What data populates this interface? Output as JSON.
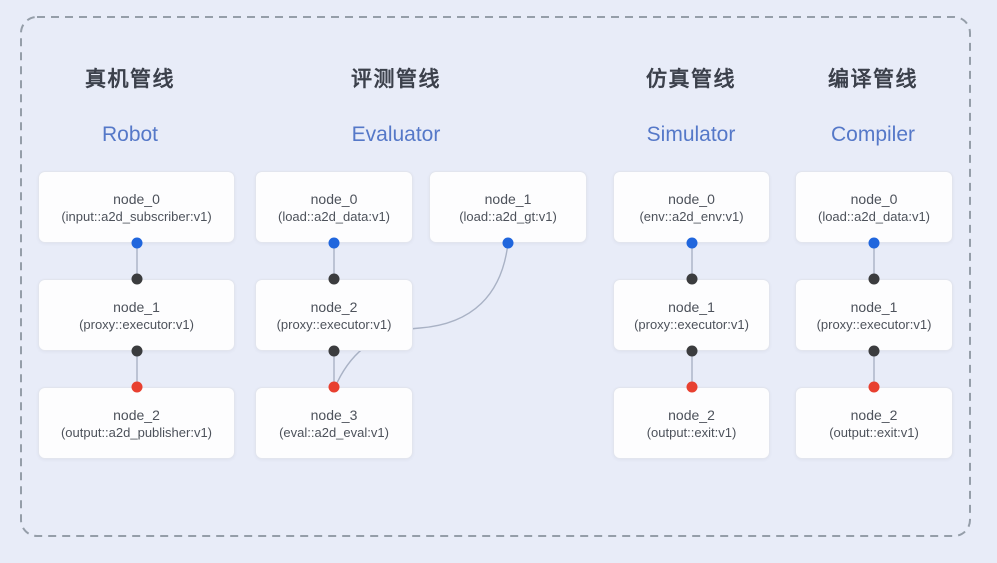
{
  "diagram": {
    "pipelines": [
      {
        "title_zh": "真机管线",
        "title_en": "Robot",
        "nodes": [
          {
            "name": "node_0",
            "type": "(input::a2d_subscriber:v1)"
          },
          {
            "name": "node_1",
            "type": "(proxy::executor:v1)"
          },
          {
            "name": "node_2",
            "type": "(output::a2d_publisher:v1)"
          }
        ],
        "edges": [
          "node_0 -> node_1",
          "node_1 -> node_2"
        ]
      },
      {
        "title_zh": "评测管线",
        "title_en": "Evaluator",
        "nodes": [
          {
            "name": "node_0",
            "type": "(load::a2d_data:v1)"
          },
          {
            "name": "node_1",
            "type": "(load::a2d_gt:v1)"
          },
          {
            "name": "node_2",
            "type": "(proxy::executor:v1)"
          },
          {
            "name": "node_3",
            "type": "(eval::a2d_eval:v1)"
          }
        ],
        "edges": [
          "node_0 -> node_2",
          "node_2 -> node_3",
          "node_1 -> node_3"
        ]
      },
      {
        "title_zh": "仿真管线",
        "title_en": "Simulator",
        "nodes": [
          {
            "name": "node_0",
            "type": "(env::a2d_env:v1)"
          },
          {
            "name": "node_1",
            "type": "(proxy::executor:v1)"
          },
          {
            "name": "node_2",
            "type": "(output::exit:v1)"
          }
        ],
        "edges": [
          "node_0 -> node_1",
          "node_1 -> node_2"
        ]
      },
      {
        "title_zh": "编译管线",
        "title_en": "Compiler",
        "nodes": [
          {
            "name": "node_0",
            "type": "(load::a2d_data:v1)"
          },
          {
            "name": "node_1",
            "type": "(proxy::executor:v1)"
          },
          {
            "name": "node_2",
            "type": "(output::exit:v1)"
          }
        ],
        "edges": [
          "node_0 -> node_1",
          "node_1 -> node_2"
        ]
      }
    ]
  },
  "colors": {
    "background": "#e8ecf8",
    "node_fill": "#fdfdfe",
    "node_border": "#e2e5ee",
    "node_text": "#4d525b",
    "title_zh": "#3c414c",
    "title_en": "#5578c8",
    "edge": "#a9b2c5",
    "dashed": "#959ea9",
    "dot_blue": "#2066dd",
    "dot_dark": "#3b3c3e",
    "dot_red": "#e84030"
  }
}
